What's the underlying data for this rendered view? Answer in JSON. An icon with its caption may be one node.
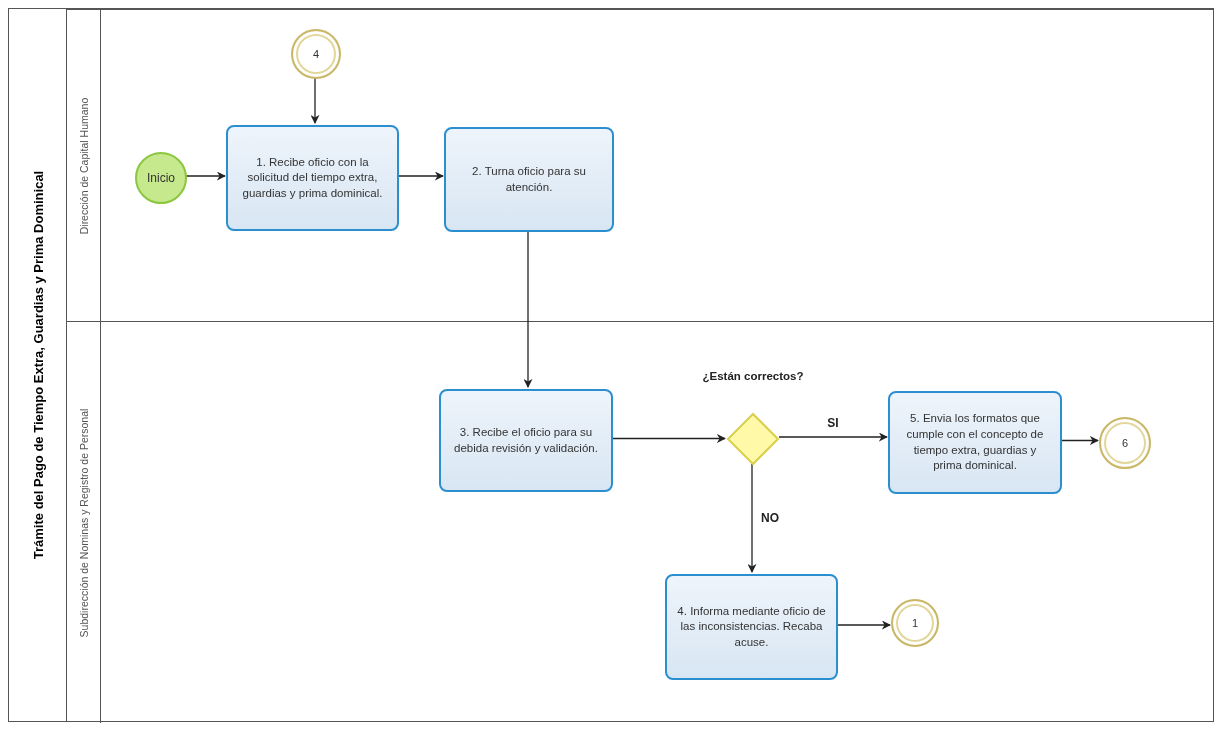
{
  "diagram": {
    "nodes": [
      {
        "text": [
          "Trámite del Pago de Tiempo Extra, Guardias y Prima Dominical"
        ]
      },
      {
        "text": [
          "Dirección de Capital Humano"
        ],
        "in": 0
      },
      {
        "text": [
          "Subdirección de Nominas y Registro de Personal"
        ],
        "in": 0
      },
      {
        "text": [
          "4"
        ],
        "in": 1
      },
      {
        "text": [
          "Inicio"
        ],
        "in": 1
      },
      {
        "text": [
          "1. Recibe oficio con la solicitud del tiempo extra, guardias y prima dominical."
        ],
        "in": 1
      },
      {
        "text": [
          "2. Turna oficio para su atención."
        ],
        "in": 1
      },
      {
        "text": [
          "3. Recibe el oficio para su debida revisión y validación."
        ],
        "in": 2
      },
      {
        "text": [
          "¿Están correctos?"
        ],
        "in": 2
      },
      {
        "text": [
          "5. Envia los formatos que cumple con el concepto de tiempo extra, guardias y prima dominical."
        ],
        "in": 2
      },
      {
        "text": [
          "6"
        ],
        "in": 2
      },
      {
        "text": [
          "4. Informa mediante oficio de las inconsistencias. Recaba acuse."
        ],
        "in": 2
      },
      {
        "text": [
          "1"
        ],
        "in": 2
      }
    ],
    "edges": [
      {
        "from": 3,
        "to": 5,
        "arrow": "to"
      },
      {
        "from": 4,
        "to": 5,
        "arrow": "to"
      },
      {
        "from": 5,
        "to": 6,
        "arrow": "to"
      },
      {
        "from": 6,
        "to": 7,
        "arrow": "to"
      },
      {
        "from": 7,
        "to": 8,
        "arrow": "to"
      },
      {
        "from": 8,
        "to": 9,
        "arrow": "to",
        "label": "SI"
      },
      {
        "from": 8,
        "to": 11,
        "arrow": "to",
        "label": "NO"
      },
      {
        "from": 9,
        "to": 10,
        "arrow": "to"
      },
      {
        "from": 11,
        "to": 12,
        "arrow": "to"
      }
    ]
  }
}
